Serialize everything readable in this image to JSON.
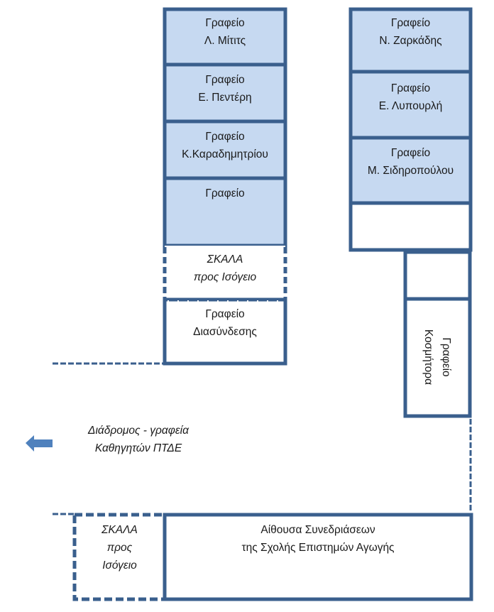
{
  "colors": {
    "wall": "#3a5f8d",
    "office_fill": "#c6d9f1",
    "empty_fill": "#ffffff",
    "arrow": "#4f81bd",
    "text": "#1a1a1a"
  },
  "rooms": {
    "office_mitits": {
      "line1": "Γραφείο",
      "line2": "Λ. Μίτιτς"
    },
    "office_penteri": {
      "line1": "Γραφείο",
      "line2": "Ε. Πεντέρη"
    },
    "office_karadimitriou": {
      "line1": "Γραφείο",
      "line2": "Κ.Καραδημητρίου"
    },
    "office_unnamed": {
      "line1": "Γραφείο"
    },
    "stairs_upper": {
      "line1": "ΣΚΑΛΑ",
      "line2": "προς Ισόγειο"
    },
    "office_liaison": {
      "line1": "Γραφείο",
      "line2": "Διασύνδεσης"
    },
    "office_zarkadis": {
      "line1": "Γραφείο",
      "line2": "Ν. Ζαρκάδης"
    },
    "office_lypourli": {
      "line1": "Γραφείο",
      "line2": "Ε. Λυπουρλή"
    },
    "office_sidiropoulou": {
      "line1": "Γραφείο",
      "line2": "Μ. Σιδηροπούλου"
    },
    "office_dean": {
      "line1": "Γραφείο",
      "line2": "Κοσμήτορα"
    },
    "stairs_lower": {
      "line1": "ΣΚΑΛΑ",
      "line2": "προς",
      "line3": "Ισόγειο"
    },
    "meeting_room": {
      "line1": "Αίθουσα Συνεδριάσεων",
      "line2": "της Σχολής Επιστημών Αγωγής"
    }
  },
  "corridor": {
    "line1": "Διάδρομος -  γραφεία",
    "line2": "Καθηγητών ΠΤΔΕ",
    "arrow_icon": "arrow-left-icon"
  }
}
